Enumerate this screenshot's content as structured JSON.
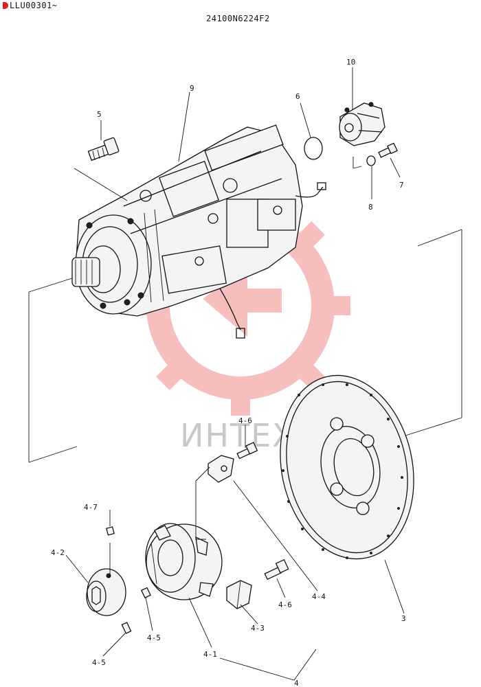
{
  "header": {
    "serial_range": "LLU00301~",
    "part_number": "24100N6224F2"
  },
  "watermark": {
    "text": "ИНТЕХ",
    "color": "#f28a8a"
  },
  "callouts": {
    "c10": "10",
    "c9": "9",
    "c6": "6",
    "c5": "5",
    "c7": "7",
    "c8": "8",
    "c4_6a": "4-6",
    "c4_7": "4-7",
    "c4_2": "4-2",
    "c4_5a": "4-5",
    "c4_5b": "4-5",
    "c4_1": "4-1",
    "c4_3": "4-3",
    "c4_6b": "4-6",
    "c4_4": "4-4",
    "c3": "3",
    "c4": "4"
  },
  "icons": {
    "corner_logo": "brand-mark-icon",
    "watermark_logo": "gear-logo-icon"
  }
}
